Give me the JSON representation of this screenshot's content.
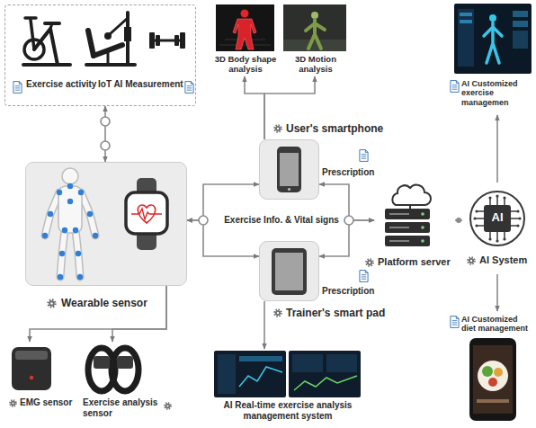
{
  "diagram": {
    "nodes": [
      {
        "text": [
          "Exercise activity",
          "IoT AI Measurement"
        ]
      },
      {
        "text": [
          "3D Body shape analysis"
        ]
      },
      {
        "text": [
          "3D Motion analysis"
        ]
      },
      {
        "text": [
          "AI Customized exercise managemen"
        ]
      },
      {
        "text": [
          "User's smartphone"
        ]
      },
      {
        "text": [
          "Wearable sensor"
        ]
      },
      {
        "text": [
          "Platform server"
        ]
      },
      {
        "text": [
          "AI",
          "AI System"
        ]
      },
      {
        "text": [
          "Trainer's smart pad"
        ]
      },
      {
        "text": [
          "AI Customized diet management"
        ]
      },
      {
        "text": [
          "EMG sensor"
        ]
      },
      {
        "text": [
          "Exercise analysis sensor"
        ]
      },
      {
        "text": [
          "AI Real-time exercise analysis management system"
        ]
      }
    ],
    "edges": [
      {
        "from": 0,
        "to": 5,
        "arrow": "both"
      },
      {
        "from": 5,
        "to": 4,
        "arrow": "both"
      },
      {
        "from": 5,
        "to": 8,
        "arrow": "both"
      },
      {
        "from": 4,
        "to": 6,
        "arrow": "both"
      },
      {
        "from": 8,
        "to": 6,
        "arrow": "both"
      },
      {
        "from": 6,
        "to": 7,
        "arrow": "none"
      },
      {
        "from": 7,
        "to": 3,
        "arrow": "to"
      },
      {
        "from": 7,
        "to": 9,
        "arrow": "to"
      },
      {
        "from": 4,
        "to": 1,
        "arrow": "to"
      },
      {
        "from": 4,
        "to": 2,
        "arrow": "to"
      },
      {
        "from": 8,
        "to": 12,
        "arrow": "to"
      },
      {
        "from": 5,
        "to": 10,
        "arrow": "to"
      },
      {
        "from": 5,
        "to": 11,
        "arrow": "to"
      }
    ],
    "labels": [
      "Prescription",
      "Exercise Info. & Vital signs",
      "Prescription"
    ]
  }
}
